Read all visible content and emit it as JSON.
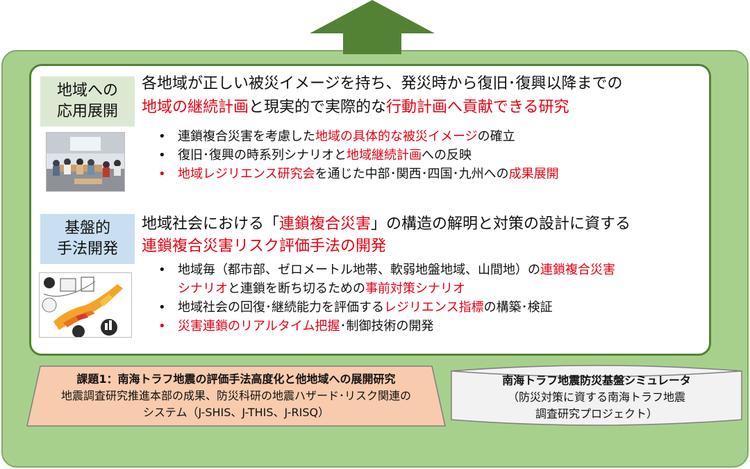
{
  "colors": {
    "outer_bg": "#a8d08d",
    "inner_border": "#548235",
    "arrow": "#548235",
    "accent_red": "#e60012",
    "application_label_bg": "#dce9d2",
    "method_label_bg": "#c9dff1",
    "task_box_bg": "#f8cbad",
    "simulator_box_bg": "#f2f2f2"
  },
  "application": {
    "label": "地域への\n応用展開",
    "headline_line1": "各地域が正しい被災イメージを持ち、発災時から復旧･復興以降までの",
    "headline_line2_red1": "地域の継続計画",
    "headline_line2_black": "と現実的で実際的な",
    "headline_line2_red2": "行動計画へ貢献できる研究",
    "bullets": [
      {
        "marker": "•",
        "a": "連鎖複合災害を考慮した",
        "b": "地域の具体的な被災イメージ",
        "c": "の確立"
      },
      {
        "marker": "•",
        "a": "復旧･復興の時系列シナリオと",
        "b": "地域継続計画",
        "c": "への反映"
      },
      {
        "marker": "•",
        "a": "地域レジリエンス研究会",
        "b": "を通じた中部･関西･四国･九州への",
        "c": "成果展開"
      }
    ]
  },
  "method": {
    "label": "基盤的\n手法開発",
    "headline_line1_a": "地域社会における「",
    "headline_line1_red": "連鎖複合災害",
    "headline_line1_b": "」の構造の解明と対策の設計に資する",
    "headline_line2_red": "連鎖複合災害リスク評価手法の開発",
    "bullets": [
      {
        "marker": "•",
        "a": "地域毎（都市部、ゼロメートル地帯、軟弱地盤地域、山間地）の",
        "b": "連鎖複合災害"
      },
      {
        "marker": "",
        "a": "シナリオ",
        "b": "と連鎖を断ち切るための",
        "c": "事前対策シナリオ"
      },
      {
        "marker": "•",
        "a": "地域社会の回復･継続能力を評価する",
        "b": "レジリエンス指標",
        "c": "の構築･検証"
      },
      {
        "marker": "•",
        "a": "災害連鎖のリアルタイム把握",
        "b": "･制御技術の開発"
      }
    ]
  },
  "task1": {
    "title": "課題1：南海トラフ地震の評価手法高度化と他地域への展開研究",
    "line2": "地震調査研究推進本部の成果、防災科研の地震ハザード･リスク関連の",
    "line3": "システム（J-SHIS、J-THIS、J-RISQ）"
  },
  "simulator": {
    "title": "南海トラフ地震防災基盤シミュレータ",
    "line2": "（防災対策に資する南海トラフ地震",
    "line3": "調査研究プロジェクト）"
  }
}
